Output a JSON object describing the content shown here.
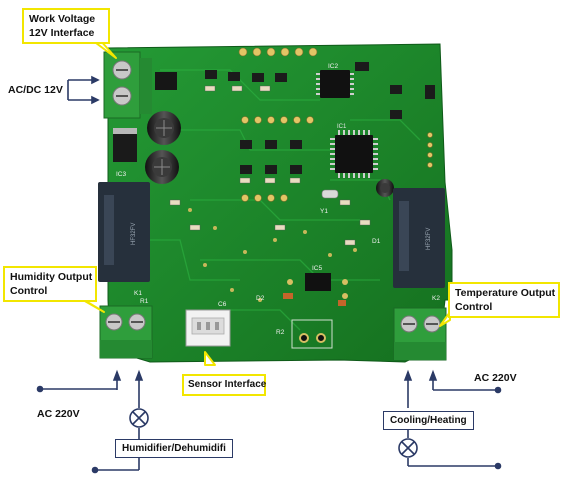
{
  "labels": {
    "work_voltage_line1": "Work Voltage",
    "work_voltage_line2": "12V Interface",
    "ac_dc": "AC/DC 12V",
    "humidity_line1": "Humidity Output",
    "humidity_line2": "Control",
    "temperature_line1": "Temperature Output",
    "temperature_line2": "Control",
    "sensor_interface": "Sensor Interface",
    "ac220_left": "AC 220V",
    "ac220_right": "AC 220V",
    "humidifier": "Humidifier/Dehumidifi",
    "cooling_heating": "Cooling/Heating"
  },
  "silkscreen": {
    "ic1": "IC1",
    "ic2": "IC2",
    "ic3": "IC3",
    "ic5": "IC5",
    "d1": "D1",
    "d2": "D2",
    "k1": "K1",
    "k2": "K2",
    "r1": "R1",
    "r2": "R2",
    "c6": "C6",
    "y1": "Y1"
  },
  "colors": {
    "pcb": "#1f8a2e",
    "pcb_dark": "#156b22",
    "terminal": "#2f9e3c",
    "relay": "#26303c",
    "callout_border": "#f2e600",
    "wire": "#2b3a66"
  }
}
